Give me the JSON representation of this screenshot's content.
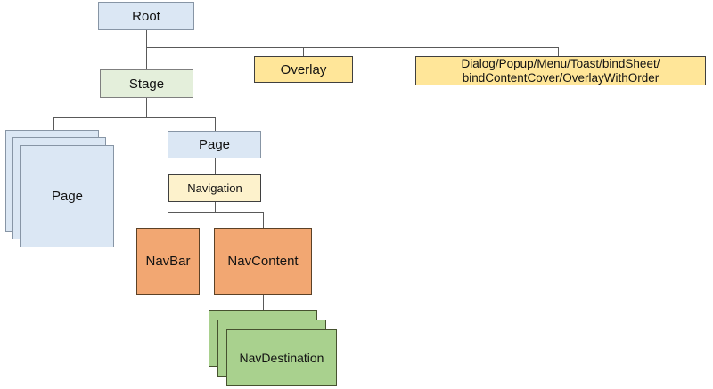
{
  "diagram": {
    "nodes": {
      "root": {
        "label": "Root",
        "fill": "#dbe7f4"
      },
      "stage": {
        "label": "Stage",
        "fill": "#e4efdb"
      },
      "overlay": {
        "label": "Overlay",
        "fill": "#ffe699"
      },
      "dialog": {
        "line1": "Dialog/Popup/Menu/Toast/bindSheet/",
        "line2": "bindContentCover/OverlayWithOrder",
        "fill": "#ffe699"
      },
      "page_stack": {
        "label": "Page",
        "fill": "#dbe7f4",
        "stack_count": 3
      },
      "page": {
        "label": "Page",
        "fill": "#dbe7f4"
      },
      "navigation": {
        "label": "Navigation",
        "fill": "#fdf2cc"
      },
      "navbar": {
        "label": "NavBar",
        "fill": "#f2a772"
      },
      "navcontent": {
        "label": "NavContent",
        "fill": "#f2a772"
      },
      "navdestination_stack": {
        "label": "NavDestination",
        "fill": "#a9d18e",
        "stack_count": 3
      }
    },
    "edges": [
      {
        "from": "Root",
        "to": "Stage"
      },
      {
        "from": "Root",
        "to": "Overlay"
      },
      {
        "from": "Root",
        "to": "Dialog/Popup/Menu/Toast/bindSheet/bindContentCover/OverlayWithOrder"
      },
      {
        "from": "Stage",
        "to": "Page (stack)"
      },
      {
        "from": "Stage",
        "to": "Page"
      },
      {
        "from": "Page",
        "to": "Navigation"
      },
      {
        "from": "Navigation",
        "to": "NavBar"
      },
      {
        "from": "Navigation",
        "to": "NavContent"
      },
      {
        "from": "NavContent",
        "to": "NavDestination (stack)"
      }
    ]
  }
}
